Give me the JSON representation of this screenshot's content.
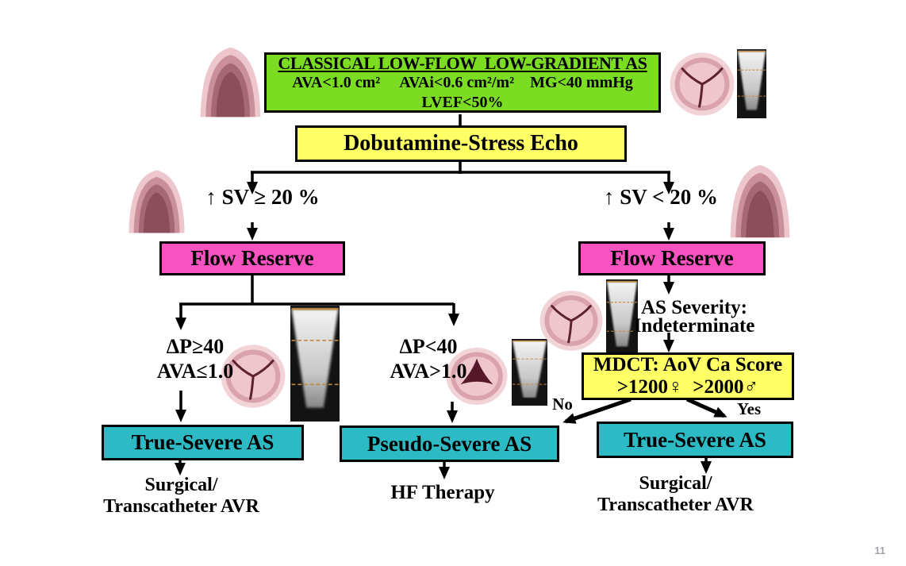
{
  "page": {
    "number": "11"
  },
  "colors": {
    "classification_green": "#7bdc21",
    "echo_yellow": "#ffff66",
    "flow_reserve_pink": "#f653c0",
    "outcome_teal": "#2cbac4"
  },
  "flowchart": {
    "classification_box": {
      "title": "CLASSICAL LOW-FLOW  LOW-GRADIENT AS",
      "criteria": "AVA<1.0 cm²     AVAi<0.6 cm²/m²    MG<40 mmHg",
      "lvef": "LVEF<50%"
    },
    "dobutamine_box": {
      "label": "Dobutamine-Stress Echo"
    },
    "branch_left": {
      "label": "↑ SV ≥ 20 %"
    },
    "branch_right": {
      "label": "↑ SV < 20 %"
    },
    "flow_reserve_left": {
      "label": "Flow Reserve"
    },
    "flow_reserve_right": {
      "label": "Flow Reserve"
    },
    "criteria_true": {
      "line1": "ΔP≥40",
      "line2": "AVA≤1.0"
    },
    "criteria_pseudo": {
      "line1": "ΔP<40",
      "line2": "AVA>1.0"
    },
    "as_severity": {
      "line1": "AS Severity:",
      "line2": "Indeterminate"
    },
    "mdct_box": {
      "line1": "MDCT: AoV Ca Score",
      "line2": ">1200♀  >2000♂"
    },
    "no_label": "No",
    "yes_label": "Yes",
    "outcome_true_left": {
      "label": "True-Severe AS"
    },
    "outcome_pseudo": {
      "label": "Pseudo-Severe AS"
    },
    "outcome_true_right": {
      "label": "True-Severe AS"
    },
    "treatment_left": {
      "line1": "Surgical/",
      "line2": "Transcatheter AVR"
    },
    "treatment_mid": {
      "line1": "HF Therapy"
    },
    "treatment_right": {
      "line1": "Surgical/",
      "line2": "Transcatheter AVR"
    }
  }
}
